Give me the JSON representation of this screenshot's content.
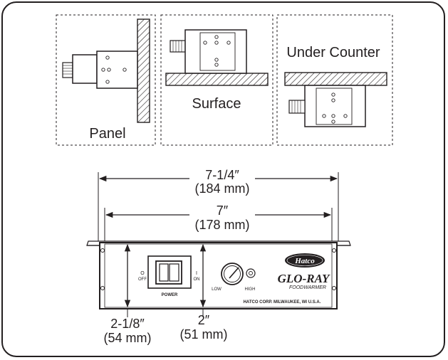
{
  "mount_panels": [
    {
      "label": "Panel"
    },
    {
      "label": "Surface"
    },
    {
      "label": "Under Counter"
    }
  ],
  "dimensions": {
    "overall_width": {
      "imperial": "7-1/4″",
      "metric": "(184 mm)"
    },
    "body_width": {
      "imperial": "7″",
      "metric": "(178 mm)"
    },
    "overall_height": {
      "imperial": "2-1/8″",
      "metric": "(54 mm)"
    },
    "body_height": {
      "imperial": "2″",
      "metric": "(51 mm)"
    }
  },
  "control_box": {
    "switch_off_symbol": "O",
    "switch_off": "OFF",
    "switch_on_symbol": "I",
    "switch_on": "ON",
    "power_label": "POWER",
    "knob_low": "LOW",
    "knob_high": "HIGH",
    "logo_text": "Hatco",
    "brand_name": "GLO-RAY",
    "brand_sub": "FOODWARMER",
    "maker_line": "HATCO CORP.  MILWAUKEE, WI  U.S.A."
  }
}
